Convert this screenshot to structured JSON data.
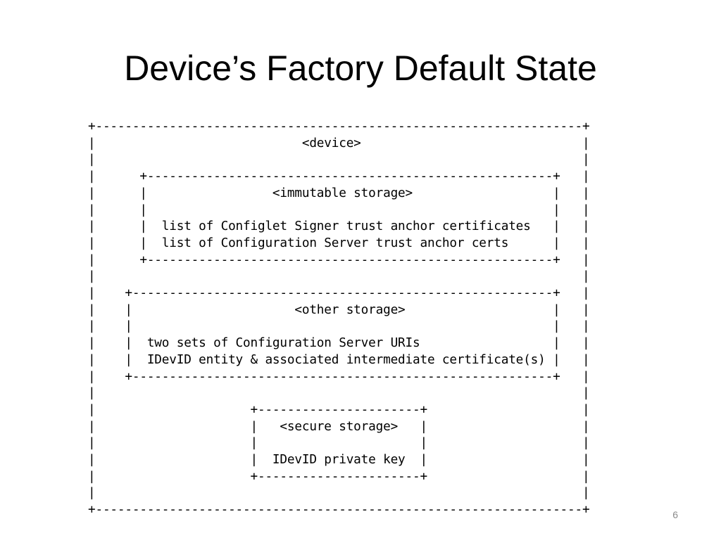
{
  "slide": {
    "title": "Device’s Factory Default State",
    "page_number": "6"
  },
  "diagram": {
    "lines": [
      "+------------------------------------------------------------------+",
      "|                            <device>                              |",
      "|                                                                  |",
      "|      +-------------------------------------------------------+   |",
      "|      |                 <immutable storage>                   |   |",
      "|      |                                                       |   |",
      "|      |  list of Configlet Signer trust anchor certificates   |   |",
      "|      |  list of Configuration Server trust anchor certs      |   |",
      "|      +-------------------------------------------------------+   |",
      "|                                                                  |",
      "|    +---------------------------------------------------------+   |",
      "|    |                      <other storage>                    |   |",
      "|    |                                                         |   |",
      "|    |  two sets of Configuration Server URIs                  |   |",
      "|    |  IDevID entity & associated intermediate certificate(s) |   |",
      "|    +---------------------------------------------------------+   |",
      "|                                                                  |",
      "|                     +----------------------+                     |",
      "|                     |   <secure storage>   |                     |",
      "|                     |                      |                     |",
      "|                     |  IDevID private key  |                     |",
      "|                     +----------------------+                     |",
      "|                                                                  |",
      "+------------------------------------------------------------------+"
    ]
  }
}
